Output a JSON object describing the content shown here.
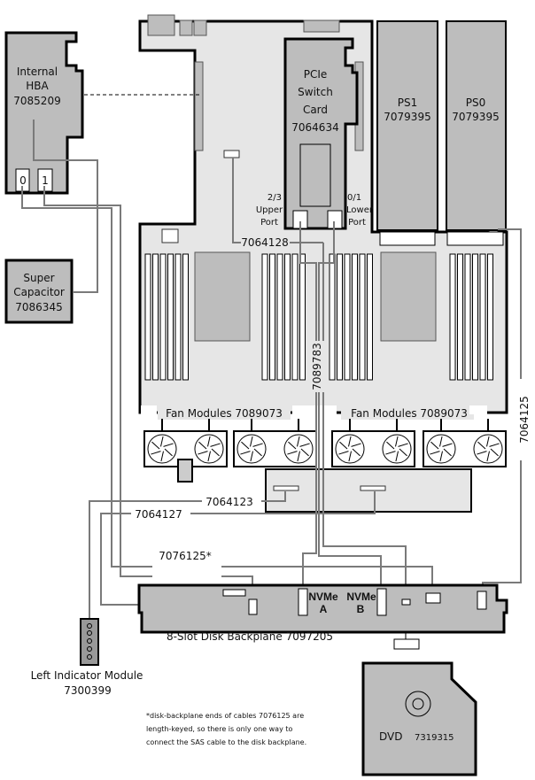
{
  "title": "Server internal cabling diagram",
  "components": {
    "hba": {
      "line1": "Internal",
      "line2": "HBA",
      "part": "7085209",
      "port0": "0",
      "port1": "1"
    },
    "super_capacitor": {
      "line1": "Super",
      "line2": "Capacitor",
      "part": "7086345"
    },
    "pcie_switch": {
      "line1": "PCIe",
      "line2": "Switch",
      "line3": "Card",
      "part": "7064634",
      "upper_port": [
        "2/3",
        "Upper",
        "Port"
      ],
      "lower_port": [
        "0/1",
        "Lower",
        "Port"
      ]
    },
    "ps1": {
      "name": "PS1",
      "part": "7079395"
    },
    "ps0": {
      "name": "PS0",
      "part": "7079395"
    },
    "fan_left": "Fan Modules 7089073",
    "fan_right": "Fan Modules 7089073",
    "backplane": {
      "label": "8-Slot Disk Backplane 7097205",
      "nvme_a": [
        "NVMe",
        "A"
      ],
      "nvme_b": [
        "NVMe",
        "B"
      ]
    },
    "left_indicator": {
      "line1": "Left Indicator Module",
      "part": "7300399"
    },
    "dvd": {
      "name": "DVD",
      "part": "7319315"
    }
  },
  "cables": {
    "c7064128": "7064128",
    "c7089783": "7089783",
    "c7064125": "7064125",
    "c7064123": "7064123",
    "c7064127": "7064127",
    "c7076125": "7076125*"
  },
  "footnote": [
    "*disk-backplane ends of cables 7076125 are",
    "length-keyed, so there is only one way to",
    "connect the SAS cable to the disk backplane."
  ],
  "colors": {
    "board": "#e6e6e6",
    "component": "#bdbdbd",
    "cable": "#7a7a7a"
  }
}
